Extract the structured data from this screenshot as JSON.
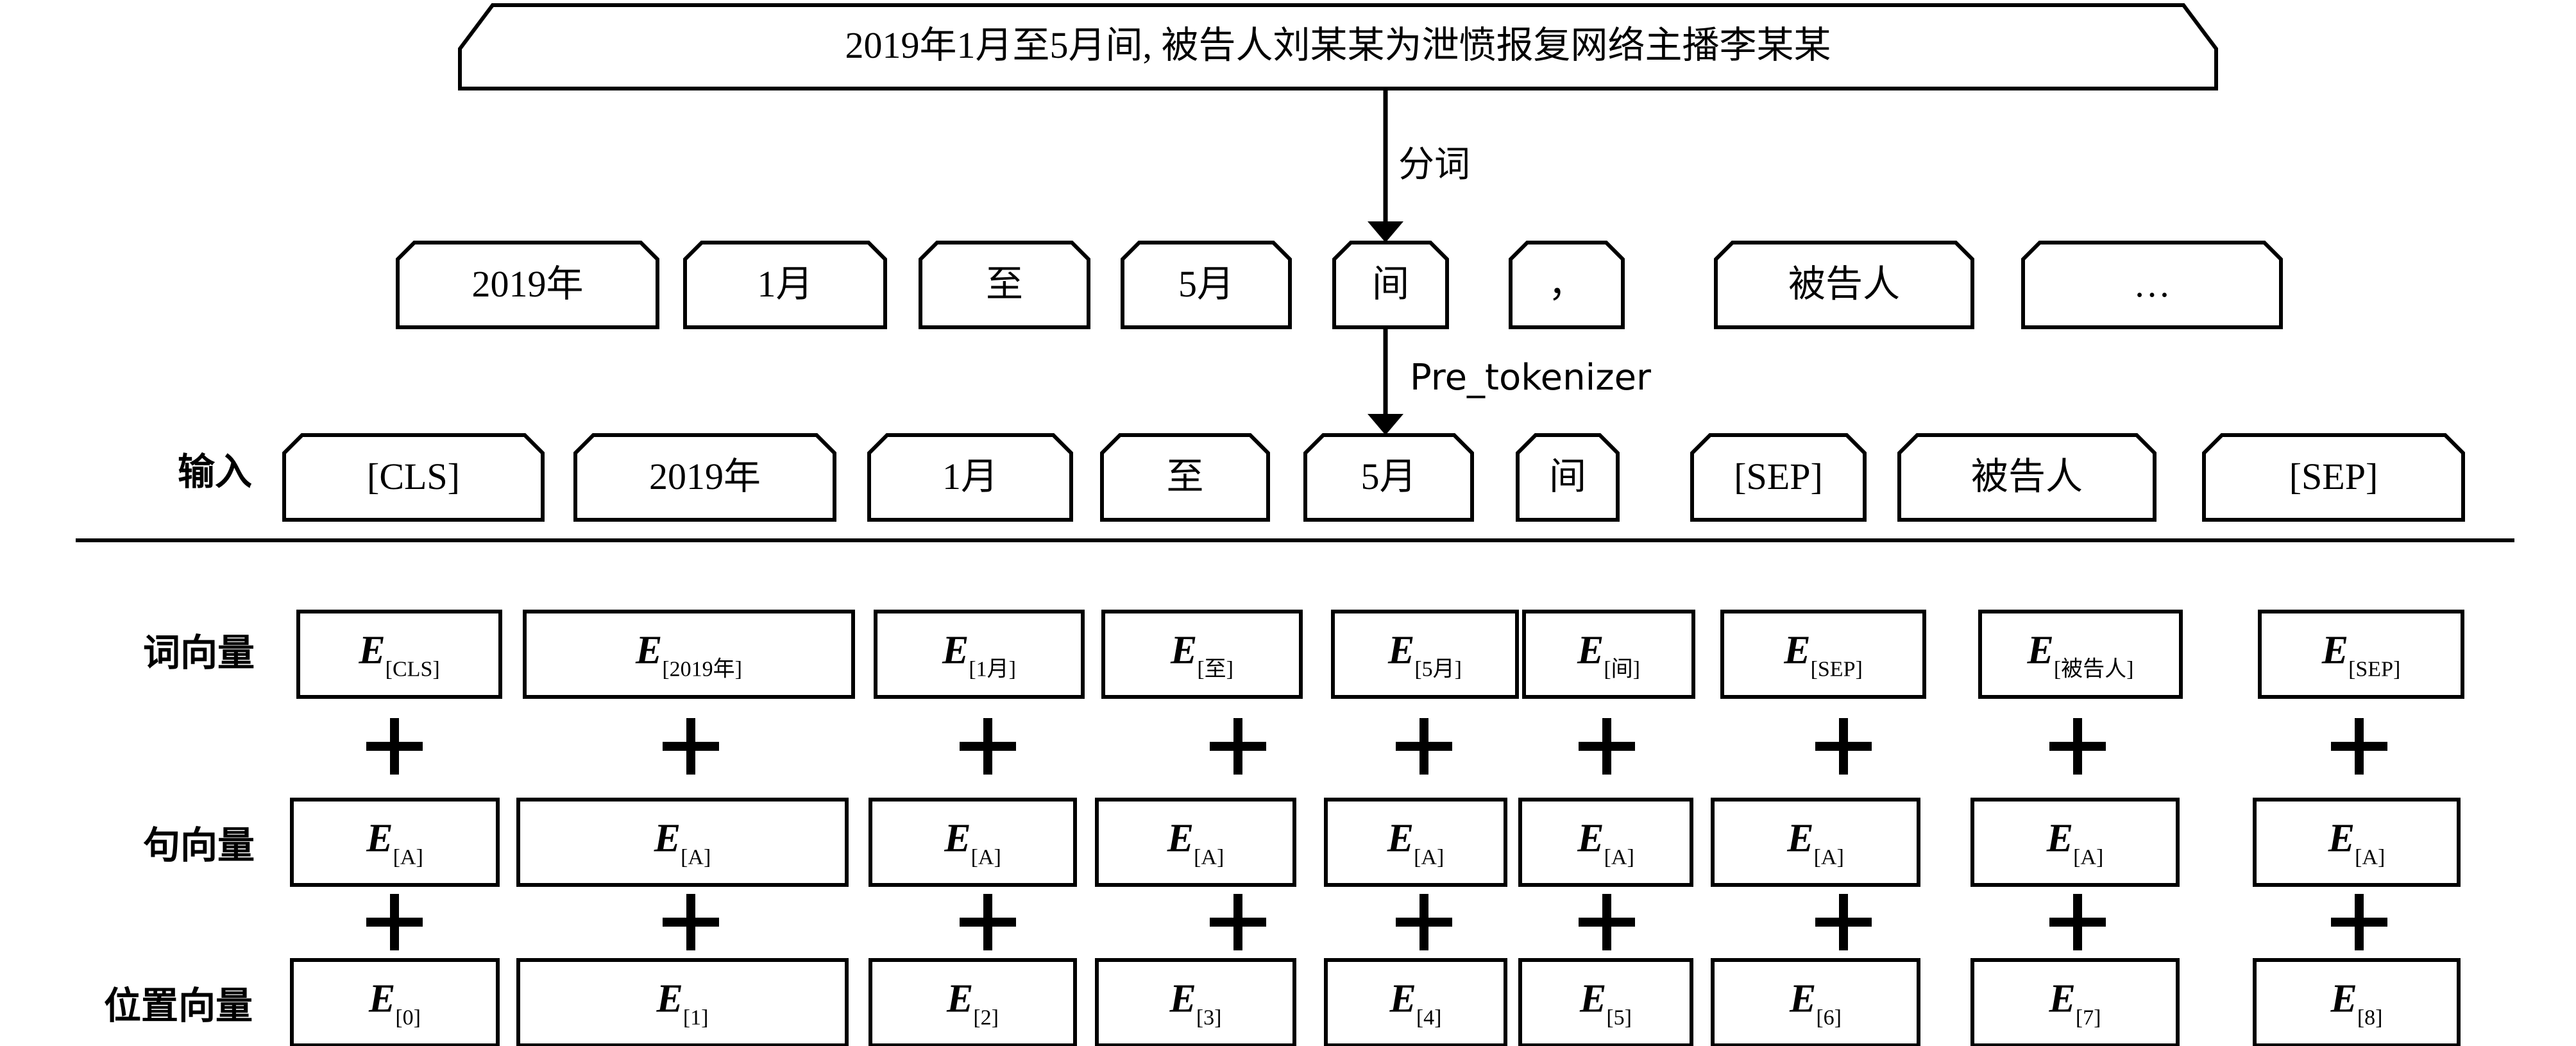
{
  "sentence": "2019年1月至5月间, 被告人刘某某为泄愤报复网络主播李某某",
  "step_labels": {
    "segmentation": "分词",
    "pre_tokenizer": "Pre_tokenizer"
  },
  "row_labels": {
    "input": "输入",
    "token_embedding": "词向量",
    "segment_embedding": "句向量",
    "position_embedding": "位置向量"
  },
  "segmented_words": [
    "2019年",
    "1月",
    "至",
    "5月",
    "间",
    "，",
    "被告人",
    "…"
  ],
  "input_tokens": [
    "[CLS]",
    "2019年",
    "1月",
    "至",
    "5月",
    "间",
    "[SEP]",
    "被告人",
    "[SEP]"
  ],
  "embedding_symbol": "E",
  "token_embedding_subs": [
    "[CLS]",
    "[2019年]",
    "[1月]",
    "[至]",
    "[5月]",
    "[间]",
    "[SEP]",
    "[被告人]",
    "[SEP]"
  ],
  "segment_embedding_subs": [
    "[A]",
    "[A]",
    "[A]",
    "[A]",
    "[A]",
    "[A]",
    "[A]",
    "[A]",
    "[A]"
  ],
  "position_embedding_subs": [
    "[0]",
    "[1]",
    "[2]",
    "[3]",
    "[4]",
    "[5]",
    "[6]",
    "[7]",
    "[8]"
  ]
}
